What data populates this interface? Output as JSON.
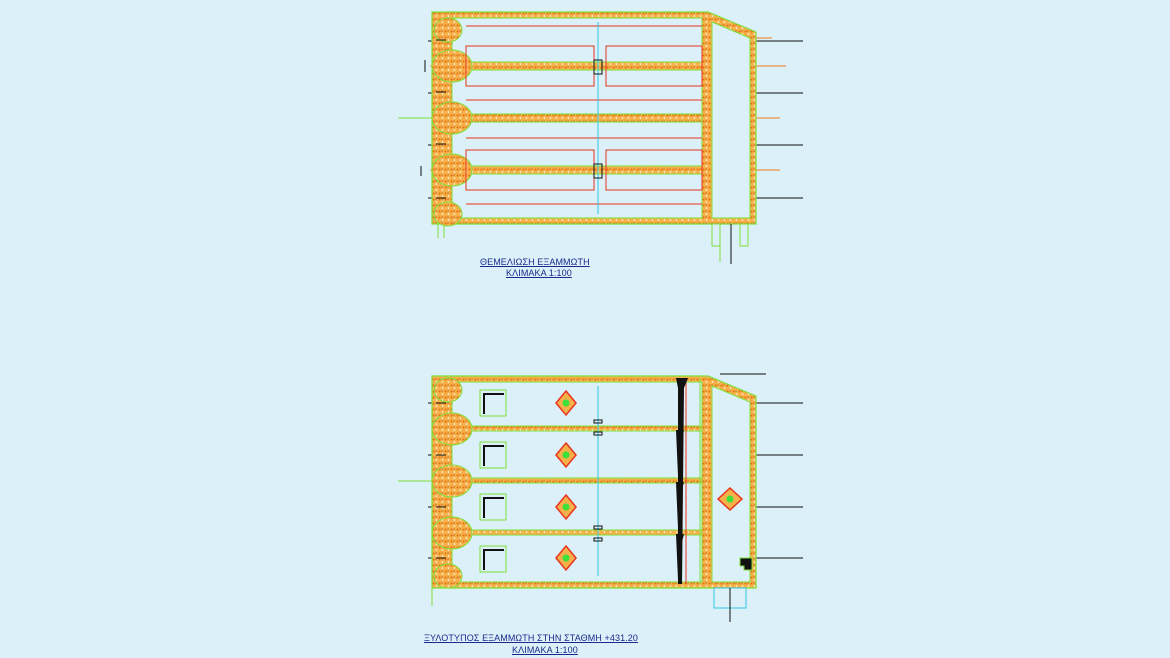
{
  "drawing": {
    "top_plan": {
      "title": "ΘΕΜΕΛΙΩΣΗ ΕΞΑΜΜΩΤΗ",
      "scale": "ΚΛΙΜΑΚΑ 1:100"
    },
    "bottom_plan": {
      "title": "ΞΥΛΟΤΥΠΟΣ ΕΞΑΜΜΩΤΗ  ΣΤΗΝ ΣΤΑΘΜΗ  +431.20",
      "scale": "ΚΛΙΜΑΚΑ 1:100"
    }
  },
  "colors": {
    "background": "#dbf0f8",
    "concrete_outline": "#7fe03a",
    "concrete_fill": "#f08a1e",
    "red_line": "#e8331e",
    "orange_line": "#f07818",
    "cyan_axis": "#33c6e6",
    "black_line": "#111111",
    "caption": "#1a2a8c"
  }
}
